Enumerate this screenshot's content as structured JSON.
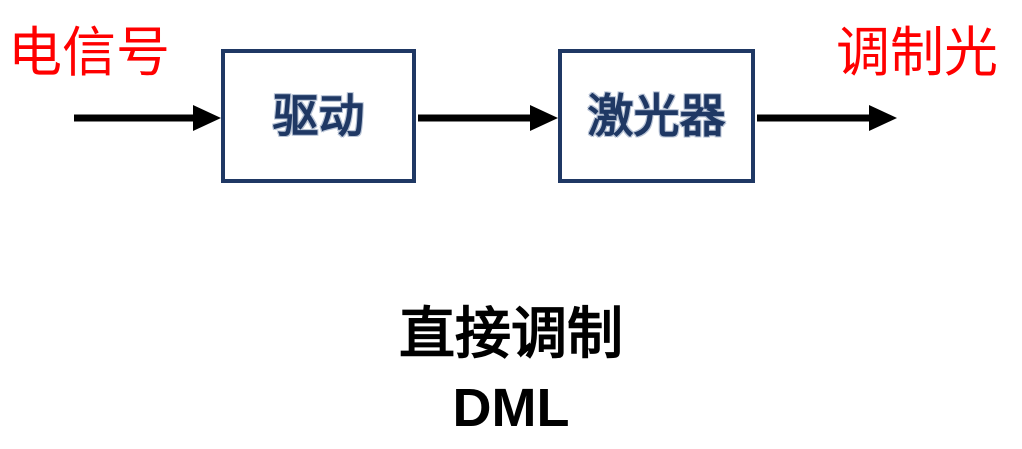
{
  "diagram": {
    "type": "block-flow-diagram",
    "background_color": "#ffffff",
    "title_cn": "直接调制",
    "title_en": "DML",
    "accent_color": "#1f3864",
    "label_color": "#ff0000",
    "arrow_color": "#000000",
    "endpoints": {
      "input_label": "电信号",
      "output_label": "调制光"
    },
    "blocks": [
      {
        "id": "driver",
        "label": "驱动"
      },
      {
        "id": "laser",
        "label": "激光器"
      }
    ],
    "arrows": [
      {
        "id": "arrow-input-to-driver",
        "from": "电信号",
        "to": "驱动"
      },
      {
        "id": "arrow-driver-to-laser",
        "from": "驱动",
        "to": "激光器"
      },
      {
        "id": "arrow-laser-to-output",
        "from": "激光器",
        "to": "调制光"
      }
    ]
  }
}
